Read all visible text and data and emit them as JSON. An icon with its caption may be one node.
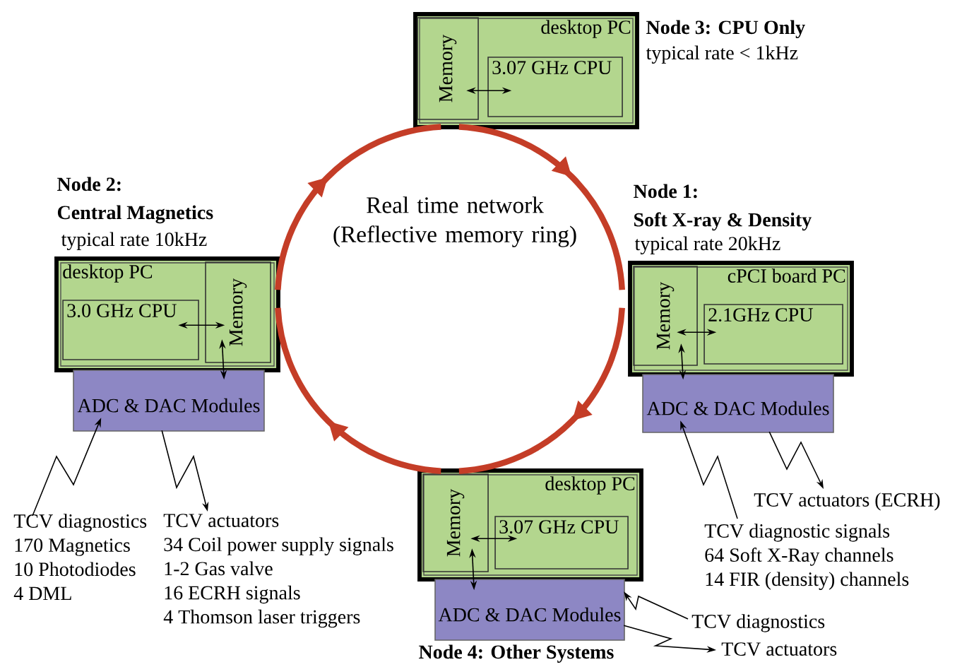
{
  "diagram": {
    "nodes": [
      {
        "text": [
          "desktop PC"
        ],
        "beside": [
          "Node 3: CPU Only",
          "typical rate < 1kHz"
        ]
      },
      {
        "text": [
          "Memory"
        ],
        "in": 0
      },
      {
        "text": [
          "3.07 GHz CPU"
        ],
        "in": 0
      },
      {
        "text": [
          "desktop PC"
        ],
        "beside": [
          "Node 2:",
          "Central Magnetics",
          "typical rate 10kHz"
        ]
      },
      {
        "text": [
          "3.0 GHz CPU"
        ],
        "in": 3
      },
      {
        "text": [
          "Memory"
        ],
        "in": 3
      },
      {
        "text": [
          "ADC & DAC Modules"
        ]
      },
      {
        "text": [
          "cPCI board PC"
        ],
        "beside": [
          "Node 1:",
          "Soft X-ray & Density",
          "typical rate 20kHz"
        ]
      },
      {
        "text": [
          "Memory"
        ],
        "in": 7
      },
      {
        "text": [
          "2.1GHz CPU"
        ],
        "in": 7
      },
      {
        "text": [
          "ADC & DAC Modules"
        ]
      },
      {
        "text": [
          "desktop PC"
        ]
      },
      {
        "text": [
          "Memory"
        ],
        "in": 11
      },
      {
        "text": [
          "3.07 GHz CPU"
        ],
        "in": 11
      },
      {
        "text": [
          "ADC & DAC Modules"
        ]
      },
      {
        "text": [
          "TCV diagnostics",
          "170 Magnetics",
          "10 Photodiodes",
          "4 DML"
        ]
      },
      {
        "text": [
          "TCV actuators",
          "34 Coil power supply signals",
          "1-2 Gas valve",
          "16 ECRH signals",
          "4 Thomson laser triggers"
        ]
      },
      {
        "text": [
          "TCV actuators (ECRH)"
        ]
      },
      {
        "text": [
          "TCV diagnostic signals",
          "64 Soft X-Ray channels",
          "14 FIR (density) channels"
        ]
      },
      {
        "text": [
          "TCV diagnostics"
        ]
      },
      {
        "text": [
          "TCV actuators"
        ]
      }
    ],
    "edges": [
      {
        "from": 0,
        "to": 7,
        "arrow": "to",
        "style": "thick",
        "color": "#c43d27"
      },
      {
        "from": 7,
        "to": 11,
        "arrow": "to",
        "style": "thick",
        "color": "#c43d27"
      },
      {
        "from": 11,
        "to": 3,
        "arrow": "to",
        "style": "thick",
        "color": "#c43d27"
      },
      {
        "from": 3,
        "to": 0,
        "arrow": "to",
        "style": "thick",
        "color": "#c43d27"
      },
      {
        "from": 1,
        "to": 2,
        "arrow": "both"
      },
      {
        "from": 4,
        "to": 5,
        "arrow": "both"
      },
      {
        "from": 5,
        "to": 6,
        "arrow": "both"
      },
      {
        "from": 8,
        "to": 9,
        "arrow": "both"
      },
      {
        "from": 8,
        "to": 10,
        "arrow": "both"
      },
      {
        "from": 12,
        "to": 13,
        "arrow": "both"
      },
      {
        "from": 12,
        "to": 14,
        "arrow": "both"
      },
      {
        "from": 15,
        "to": 6,
        "arrow": "to"
      },
      {
        "from": 6,
        "to": 16,
        "arrow": "to"
      },
      {
        "from": 18,
        "to": 10,
        "arrow": "to"
      },
      {
        "from": 10,
        "to": 17,
        "arrow": "to"
      },
      {
        "from": 19,
        "to": 14,
        "arrow": "to"
      },
      {
        "from": 14,
        "to": 20,
        "arrow": "to"
      }
    ],
    "labels": [
      "Real time network (Reflective memory ring)",
      "Node 4: Other Systems"
    ]
  }
}
